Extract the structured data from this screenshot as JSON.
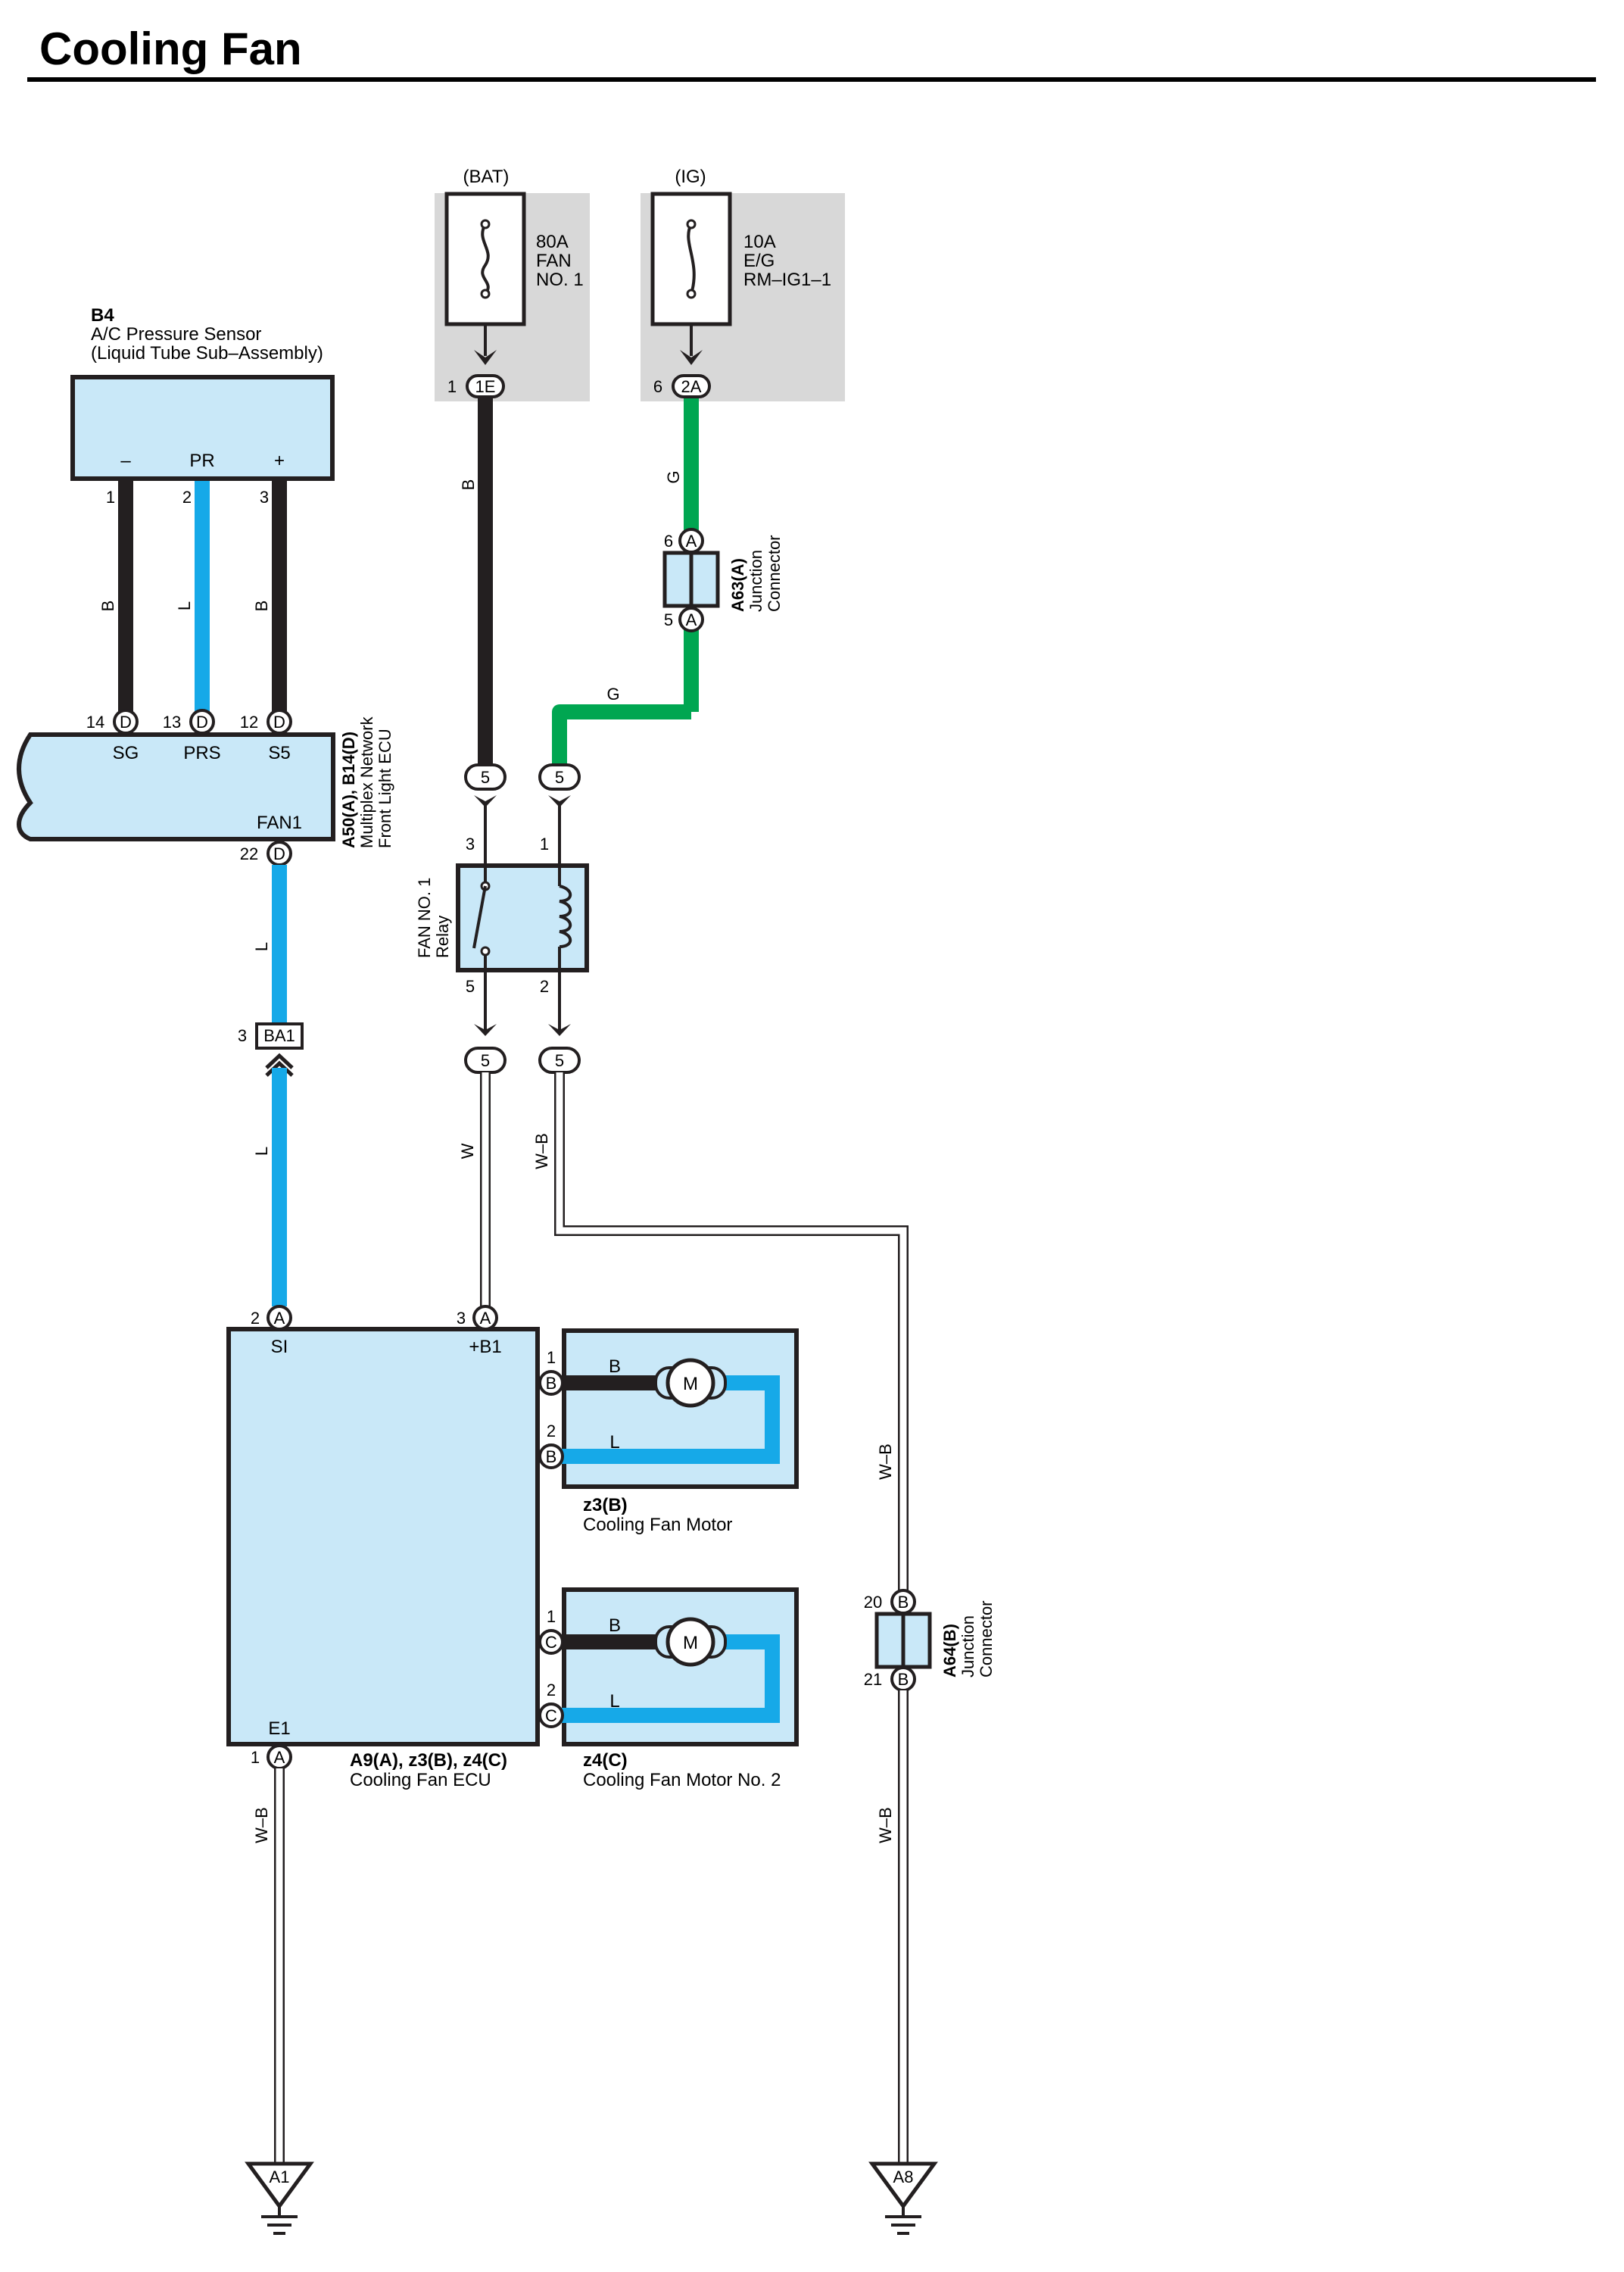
{
  "title": "Cooling Fan",
  "colors": {
    "wire_black": "#231f20",
    "wire_blue": "#16a9e8",
    "wire_green": "#00a651",
    "component_fill": "#c9e8f8",
    "fuse_box_fill": "#d8d8d8"
  },
  "power": {
    "bat": {
      "label": "(BAT)",
      "fuse_rating": "80A",
      "fuse_name_1": "FAN",
      "fuse_name_2": "NO. 1",
      "pin": "1",
      "connector": "1E"
    },
    "ig": {
      "label": "(IG)",
      "fuse_rating": "10A",
      "fuse_name_1": "E/G",
      "fuse_name_2": "RM–IG1–1",
      "pin": "6",
      "connector": "2A"
    }
  },
  "pressure_sensor": {
    "code": "B4",
    "name_1": "A/C Pressure Sensor",
    "name_2": "(Liquid Tube Sub–Assembly)",
    "terminals": [
      "–",
      "PR",
      "+"
    ],
    "pins": [
      "1",
      "2",
      "3"
    ],
    "wire_colors": [
      "B",
      "L",
      "B"
    ]
  },
  "front_ecu": {
    "code": "A50(A), B14(D)",
    "name_1": "Multiplex Network",
    "name_2": "Front Light ECU",
    "inputs": [
      {
        "pin": "14",
        "conn": "D",
        "terminal": "SG"
      },
      {
        "pin": "13",
        "conn": "D",
        "terminal": "PRS"
      },
      {
        "pin": "12",
        "conn": "D",
        "terminal": "S5"
      }
    ],
    "output_terminal": "FAN1",
    "output_pin": "22",
    "output_conn": "D"
  },
  "junction_a63": {
    "code": "A63(A)",
    "name_1": "Junction",
    "name_2": "Connector",
    "pin_top": "6",
    "pin_bottom": "5",
    "conn": "A"
  },
  "relay": {
    "name_1": "FAN NO. 1",
    "name_2": "Relay",
    "pins": {
      "p3": "3",
      "p1": "1",
      "p5": "5",
      "p2": "2"
    },
    "conn_label": "5"
  },
  "wires": {
    "bat_wire": "B",
    "ig_wire": "G",
    "ig_to_relay": "G",
    "fan1_wire": "L",
    "si_wire": "L",
    "relay_out": "W",
    "relay_gnd": "W–B",
    "right_gnd_upper": "W–B",
    "right_gnd_lower": "W–B",
    "ecu_gnd": "W–B"
  },
  "ba1": {
    "pin": "3",
    "label": "BA1"
  },
  "fan_ecu": {
    "code": "A9(A), z3(B), z4(C)",
    "name": "Cooling Fan ECU",
    "si_pin": "2",
    "si_conn": "A",
    "si_terminal": "SI",
    "b1_pin": "3",
    "b1_conn": "A",
    "b1_terminal": "+B1",
    "e1_pin": "1",
    "e1_conn": "A",
    "e1_terminal": "E1"
  },
  "motor1": {
    "code": "z3(B)",
    "name": "Cooling Fan Motor",
    "conn": "B",
    "pin1": "1",
    "pin2": "2",
    "wire1": "B",
    "wire2": "L",
    "symbol": "M"
  },
  "motor2": {
    "code": "z4(C)",
    "name": "Cooling Fan Motor No. 2",
    "conn": "C",
    "pin1": "1",
    "pin2": "2",
    "wire1": "B",
    "wire2": "L",
    "symbol": "M"
  },
  "junction_a64": {
    "code": "A64(B)",
    "name_1": "Junction",
    "name_2": "Connector",
    "pin_top": "20",
    "pin_bottom": "21",
    "conn": "B"
  },
  "grounds": {
    "left": "A1",
    "right": "A8"
  }
}
